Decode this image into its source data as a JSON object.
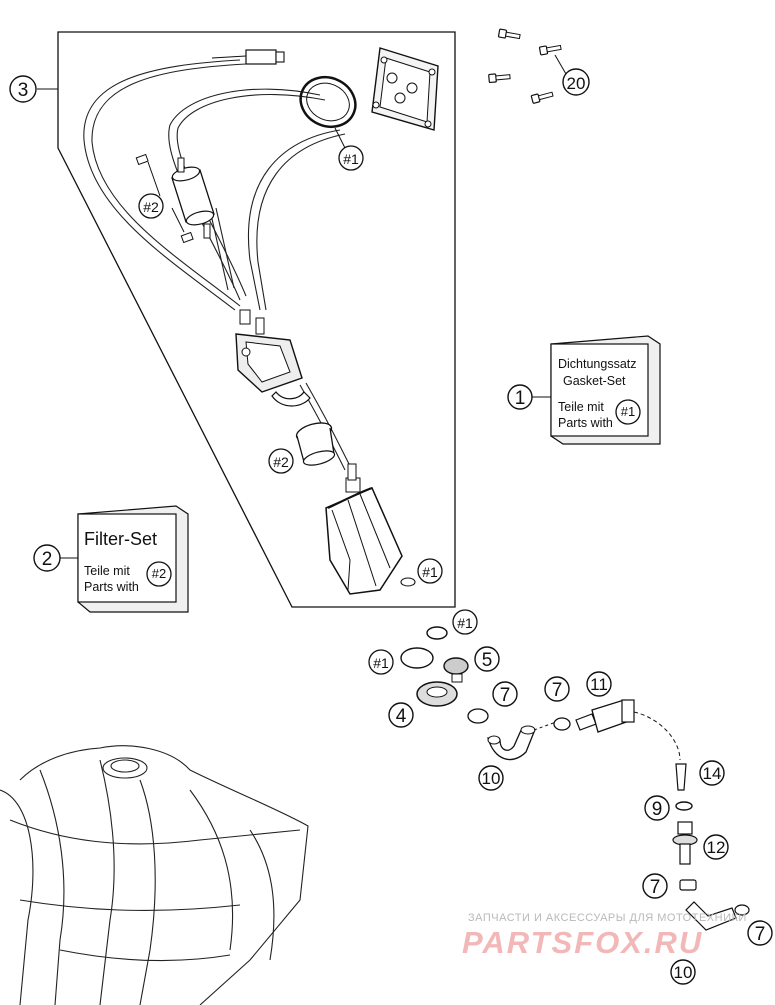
{
  "callouts": {
    "n1": "1",
    "n2": "2",
    "n3": "3",
    "n4": "4",
    "n5": "5",
    "n7": "7",
    "n9": "9",
    "n10": "10",
    "n11": "11",
    "n12": "12",
    "n14": "14",
    "n20": "20"
  },
  "refs": {
    "r1": "#1",
    "r2": "#2"
  },
  "gasket_set_box": {
    "title_de": "Dichtungssatz",
    "title_en": "Gasket-Set",
    "parts_de": "Teile mit",
    "parts_en": "Parts with",
    "ref": "#1"
  },
  "filter_set_box": {
    "title": "Filter-Set",
    "parts_de": "Teile mit",
    "parts_en": "Parts with",
    "ref": "#2"
  },
  "watermark": {
    "line1": "ЗАПЧАСТИ И АКСЕССУАРЫ ДЛЯ МОТОТЕХНИКИ",
    "line2": "PARTSFOX.RU"
  }
}
